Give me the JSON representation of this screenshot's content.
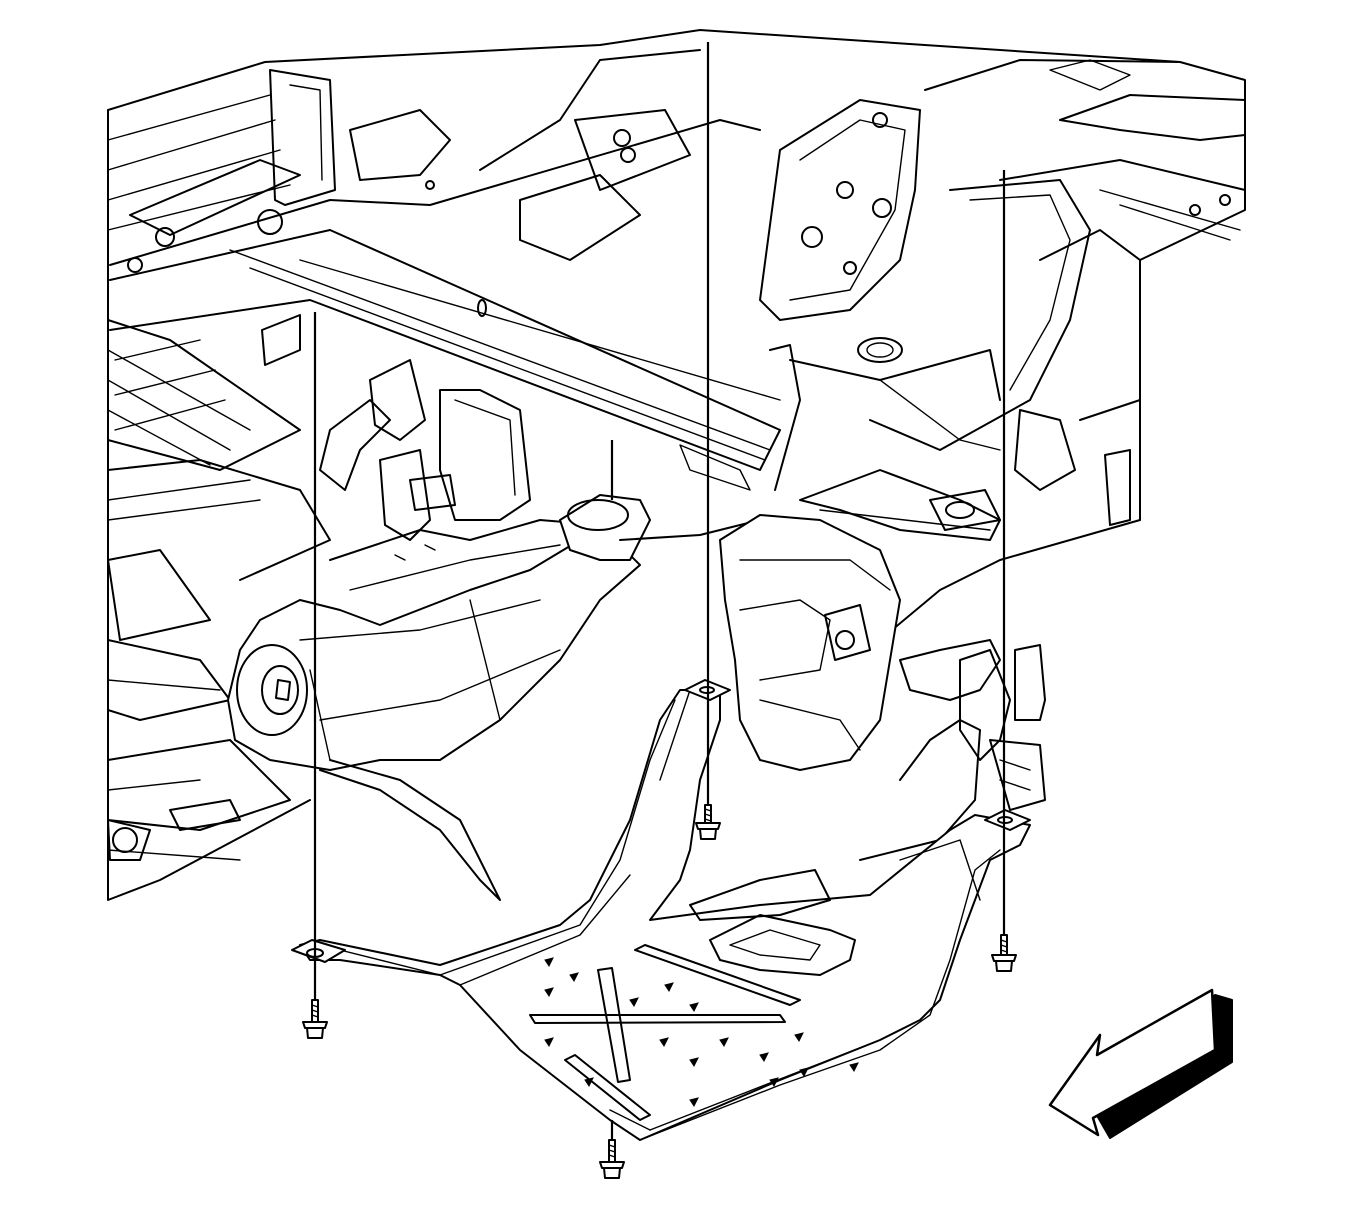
{
  "diagram": {
    "colors": {
      "line": "#000000",
      "background": "#ffffff"
    },
    "fasteners": [
      {
        "name": "fastener-front-left"
      },
      {
        "name": "fastener-front-center"
      },
      {
        "name": "fastener-rear-left"
      },
      {
        "name": "fastener-rear-right"
      }
    ],
    "direction_indicator": {
      "icon": "arrow-icon"
    }
  }
}
